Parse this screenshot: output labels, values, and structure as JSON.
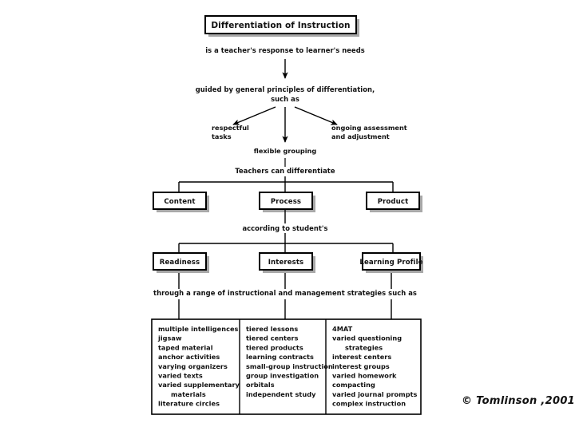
{
  "diagram": {
    "title_box": {
      "label": "Differentiation of Instruction"
    },
    "flow_1": "is a teacher's response to learner's needs",
    "flow_2_line1": "guided by general principles of differentiation,",
    "flow_2_line2": "such as",
    "principles": {
      "left_line1": "respectful",
      "left_line2": "tasks",
      "center": "flexible grouping",
      "right_line1": "ongoing assessment",
      "right_line2": "and adjustment"
    },
    "flow_3": "Teachers can differentiate",
    "row_differentiate": [
      {
        "label": "Content"
      },
      {
        "label": "Process"
      },
      {
        "label": "Product"
      }
    ],
    "flow_4": "according to student's",
    "row_student": [
      {
        "label": "Readiness"
      },
      {
        "label": "Interests"
      },
      {
        "label": "Learning Profile"
      }
    ],
    "flow_5": "through a range of instructional and management strategies such as",
    "strategy_columns": [
      {
        "items": [
          "multiple intelligences",
          "jigsaw",
          "taped material",
          "anchor activities",
          "varying organizers",
          "varied texts",
          "varied supplementary",
          "materials",
          "literature circles"
        ],
        "indented": [
          false,
          false,
          false,
          false,
          false,
          false,
          false,
          true,
          false
        ]
      },
      {
        "items": [
          "tiered lessons",
          "tiered centers",
          "tiered products",
          "learning contracts",
          "small-group instruction",
          "group investigation",
          "orbitals",
          "independent study"
        ],
        "indented": [
          false,
          false,
          false,
          false,
          false,
          false,
          false,
          false
        ]
      },
      {
        "items": [
          "4MAT",
          "varied questioning",
          "strategies",
          "interest centers",
          "interest groups",
          "varied homework",
          "compacting",
          "varied journal prompts",
          "complex instruction"
        ],
        "indented": [
          false,
          false,
          true,
          false,
          false,
          false,
          false,
          false,
          false
        ]
      }
    ],
    "credit": "© Tomlinson ,2001",
    "colors": {
      "background": "#ffffff",
      "line": "#000000",
      "shadow": "#a8a8a8",
      "text": "#111111"
    }
  }
}
